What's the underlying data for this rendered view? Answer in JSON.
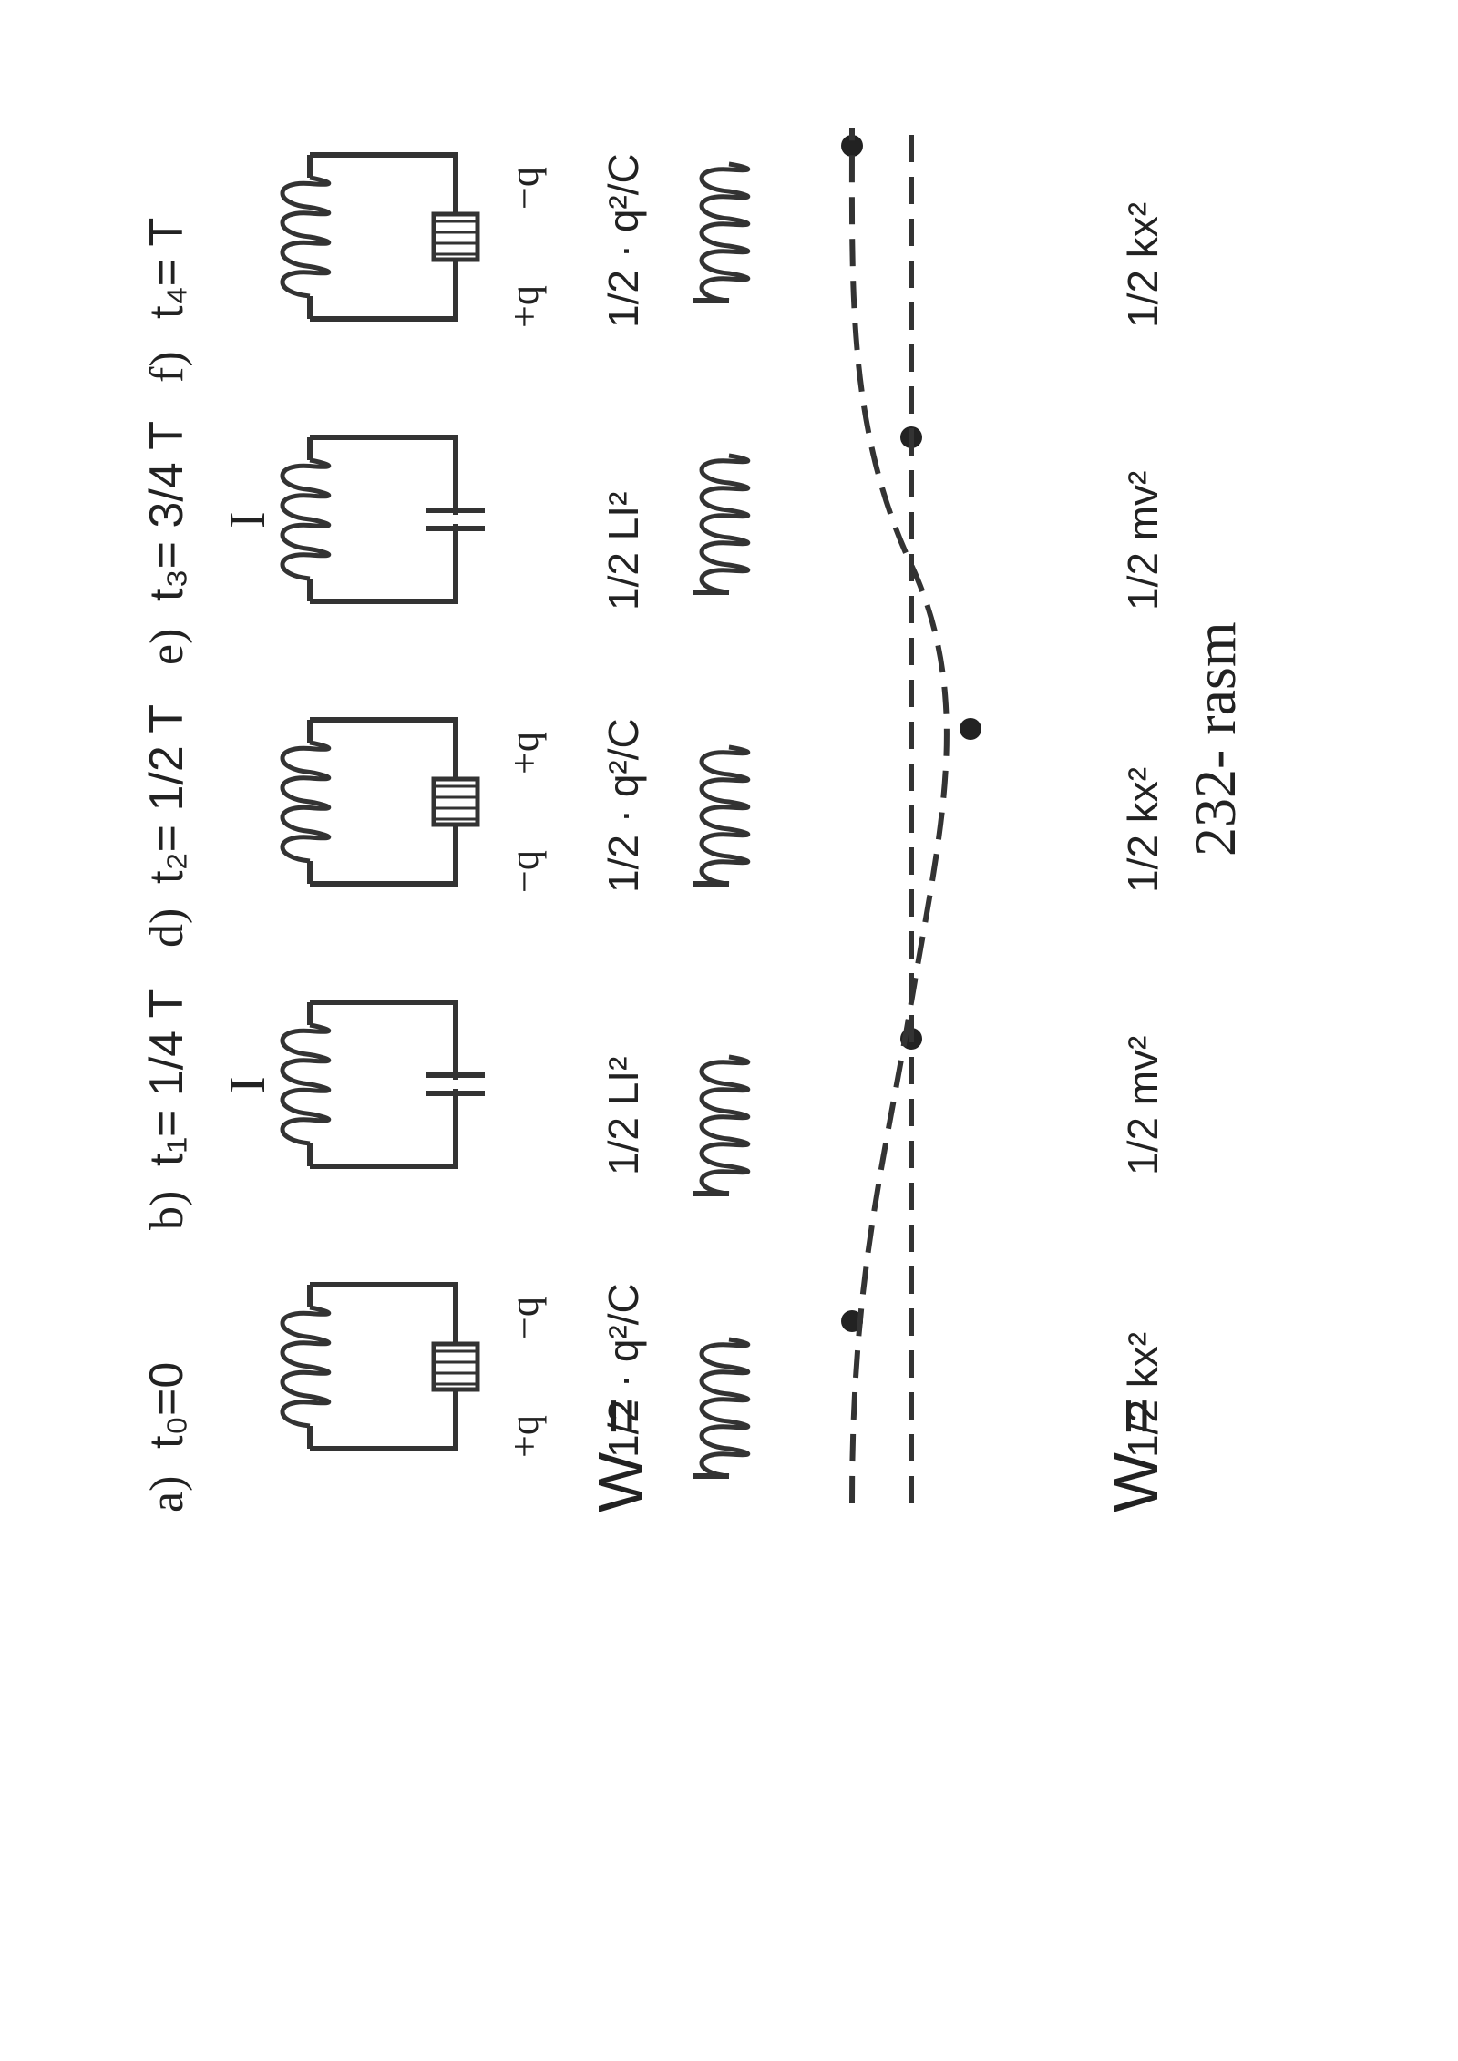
{
  "figure_caption": "232- rasm",
  "energy_symbol": "W",
  "equals": "=",
  "panels": [
    {
      "letter": "a)",
      "time": "t₀=0",
      "charge_top": "+q",
      "charge_bottom": "−q",
      "current": "",
      "circuit_energy": "1/2 · q²/C",
      "mech_energy": "1/2 kx²"
    },
    {
      "letter": "b)",
      "time": "t₁= 1/4 T",
      "charge_top": "",
      "charge_bottom": "",
      "current": "I",
      "circuit_energy": "1/2 LI²",
      "mech_energy": "1/2 mv²"
    },
    {
      "letter": "d)",
      "time": "t₂= 1/2 T",
      "charge_top": "−q",
      "charge_bottom": "+q",
      "current": "",
      "circuit_energy": "1/2 · q²/C",
      "mech_energy": "1/2 kx²"
    },
    {
      "letter": "e)",
      "time": "t₃= 3/4 T",
      "charge_top": "",
      "charge_bottom": "",
      "current": "I",
      "circuit_energy": "1/2 LI²",
      "mech_energy": "1/2 mv²"
    },
    {
      "letter": "f)",
      "time": "t₄= T",
      "charge_top": "+q",
      "charge_bottom": "−q",
      "current": "",
      "circuit_energy": "1/2 · q²/C",
      "mech_energy": "1/2 kx²"
    }
  ]
}
